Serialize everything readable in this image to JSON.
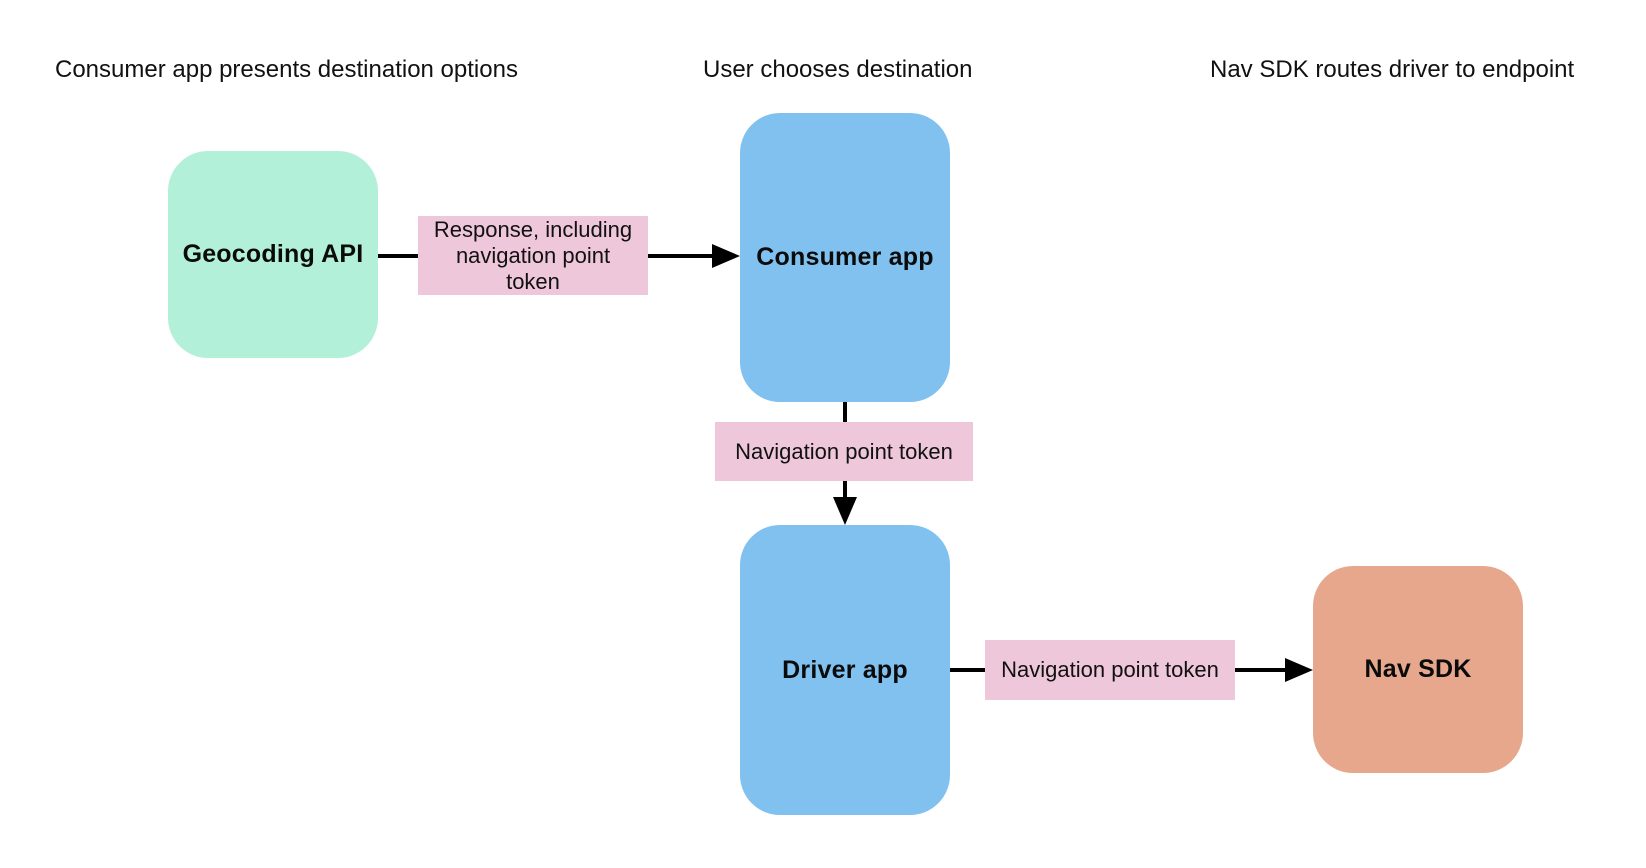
{
  "diagram": {
    "background": "#ffffff",
    "arrow_color": "#000000",
    "text_color": "#111111",
    "columns": [
      {
        "label": "Consumer app presents destination options"
      },
      {
        "label": "User chooses destination"
      },
      {
        "label": "Nav SDK routes driver to endpoint"
      }
    ],
    "nodes": {
      "geocoding_api": {
        "label": "Geocoding API",
        "fill": "#b3f0d9"
      },
      "consumer_app": {
        "label": "Consumer app",
        "fill": "#80c1f0"
      },
      "driver_app": {
        "label": "Driver app",
        "fill": "#80c1f0"
      },
      "nav_sdk": {
        "label": "Nav SDK",
        "fill": "#e7a78d"
      }
    },
    "edges": [
      {
        "from": "Geocoding API",
        "to": "Consumer app",
        "label": "Response, including navigation point token",
        "label_fill": "#eec7db",
        "direction": "right"
      },
      {
        "from": "Consumer app",
        "to": "Driver app",
        "label": "Navigation point token",
        "label_fill": "#eec7db",
        "direction": "down"
      },
      {
        "from": "Driver app",
        "to": "Nav SDK",
        "label": "Navigation point token",
        "label_fill": "#eec7db",
        "direction": "right"
      }
    ]
  }
}
